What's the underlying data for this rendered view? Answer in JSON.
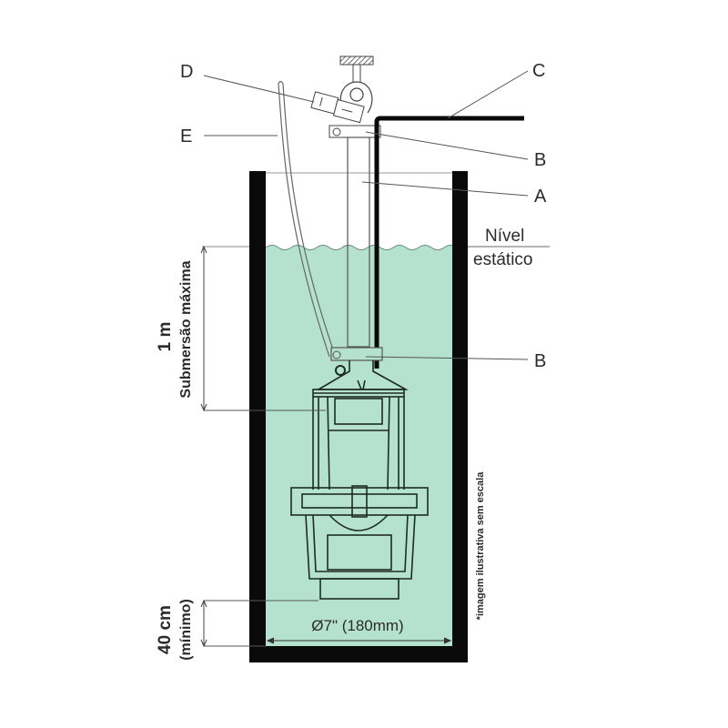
{
  "diagram": {
    "callouts": {
      "A": "A",
      "B_top": "B",
      "B_bottom": "B",
      "C": "C",
      "D": "D",
      "E": "E"
    },
    "static_level": {
      "line1": "Nível",
      "line2": "estático"
    },
    "max_submersion": {
      "value": "1 m",
      "label": "Submersão máxima"
    },
    "min_clearance": {
      "value": "40 cm",
      "label": "(mínimo)"
    },
    "diameter": "Ø7\" (180mm)",
    "disclaimer": "*imagem ilustrativa sem escala",
    "colors": {
      "water": "#b5e2d0",
      "wall": "#0a0a0a",
      "line": "#555555"
    }
  }
}
